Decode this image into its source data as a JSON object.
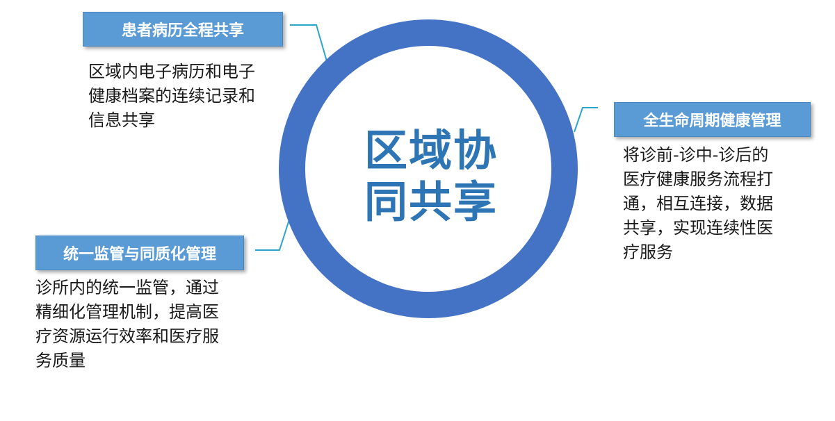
{
  "center": {
    "title_line1": "区域协",
    "title_line2": "同共享"
  },
  "items": [
    {
      "heading": "患者病历全程共享",
      "description": "区域内电子病历和电子\n健康档案的连续记录和\n信息共享"
    },
    {
      "heading": "全生命周期健康管理",
      "description": "将诊前-诊中-诊后的\n医疗健康服务流程打\n通，相互连接，数据\n共享，实现连续性医\n疗服务"
    },
    {
      "heading": "统一监管与同质化管理",
      "description": "诊所内的统一监管，通过\n精细化管理机制，提高医\n疗资源运行效率和医疗服\n务质量"
    }
  ],
  "colors": {
    "ring": "#4472c4",
    "label_box": "#5b9bd5",
    "center_text": "#2e75b6",
    "connector": "#2aa5c8"
  }
}
